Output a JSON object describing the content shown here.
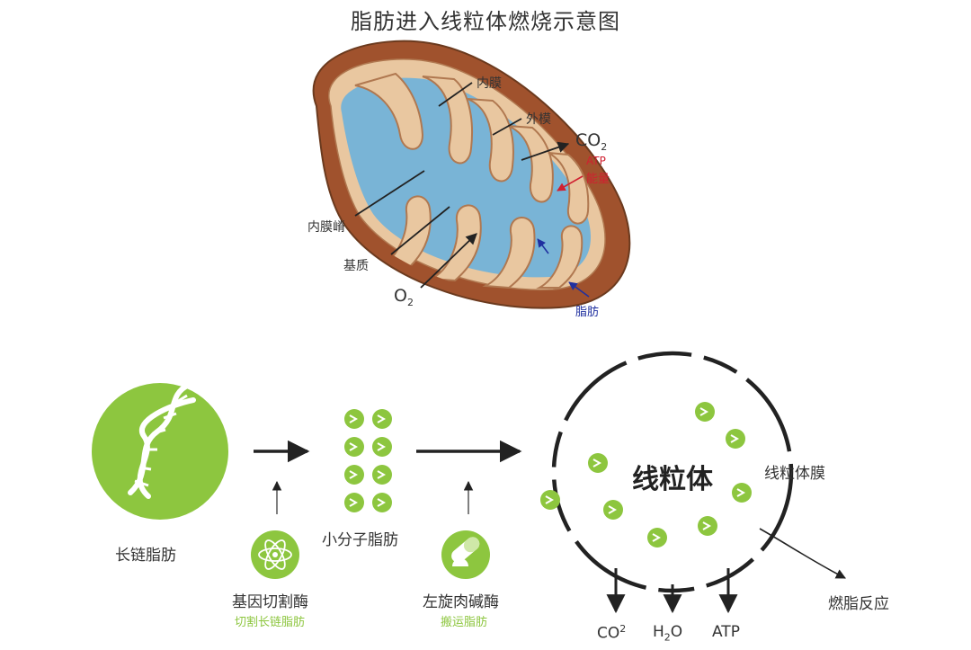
{
  "title": "脂肪进入线粒体燃烧示意图",
  "mito_labels": {
    "inner_membrane": "内膜",
    "outer_membrane": "外模",
    "co2": "CO",
    "co2_sub": "2",
    "atp": "ATP",
    "energy": "能量",
    "cristae": "内膜嵴",
    "matrix": "基质",
    "o2": "O",
    "o2_sub": "2",
    "fat": "脂肪"
  },
  "flow": {
    "long_chain_fat": "长链脂肪",
    "small_fat": "小分子脂肪",
    "enzyme1": "基因切割酶",
    "enzyme1_sub": "切割长链脂肪",
    "enzyme2": "左旋肉碱酶",
    "enzyme2_sub": "搬运脂肪",
    "mitochondria": "线粒体",
    "mito_membrane": "线粒体膜",
    "fat_burning": "燃脂反应",
    "out_co2": "CO",
    "out_co2_sup": "2",
    "out_h2o_h": "H",
    "out_h2o_sub": "2",
    "out_h2o_o": "O",
    "out_atp": "ATP"
  },
  "colors": {
    "green": "#8dc63f",
    "outer_brown": "#a0522d",
    "membrane_tan": "#deb887",
    "matrix_blue": "#79b4d6",
    "arrow": "#222222"
  }
}
